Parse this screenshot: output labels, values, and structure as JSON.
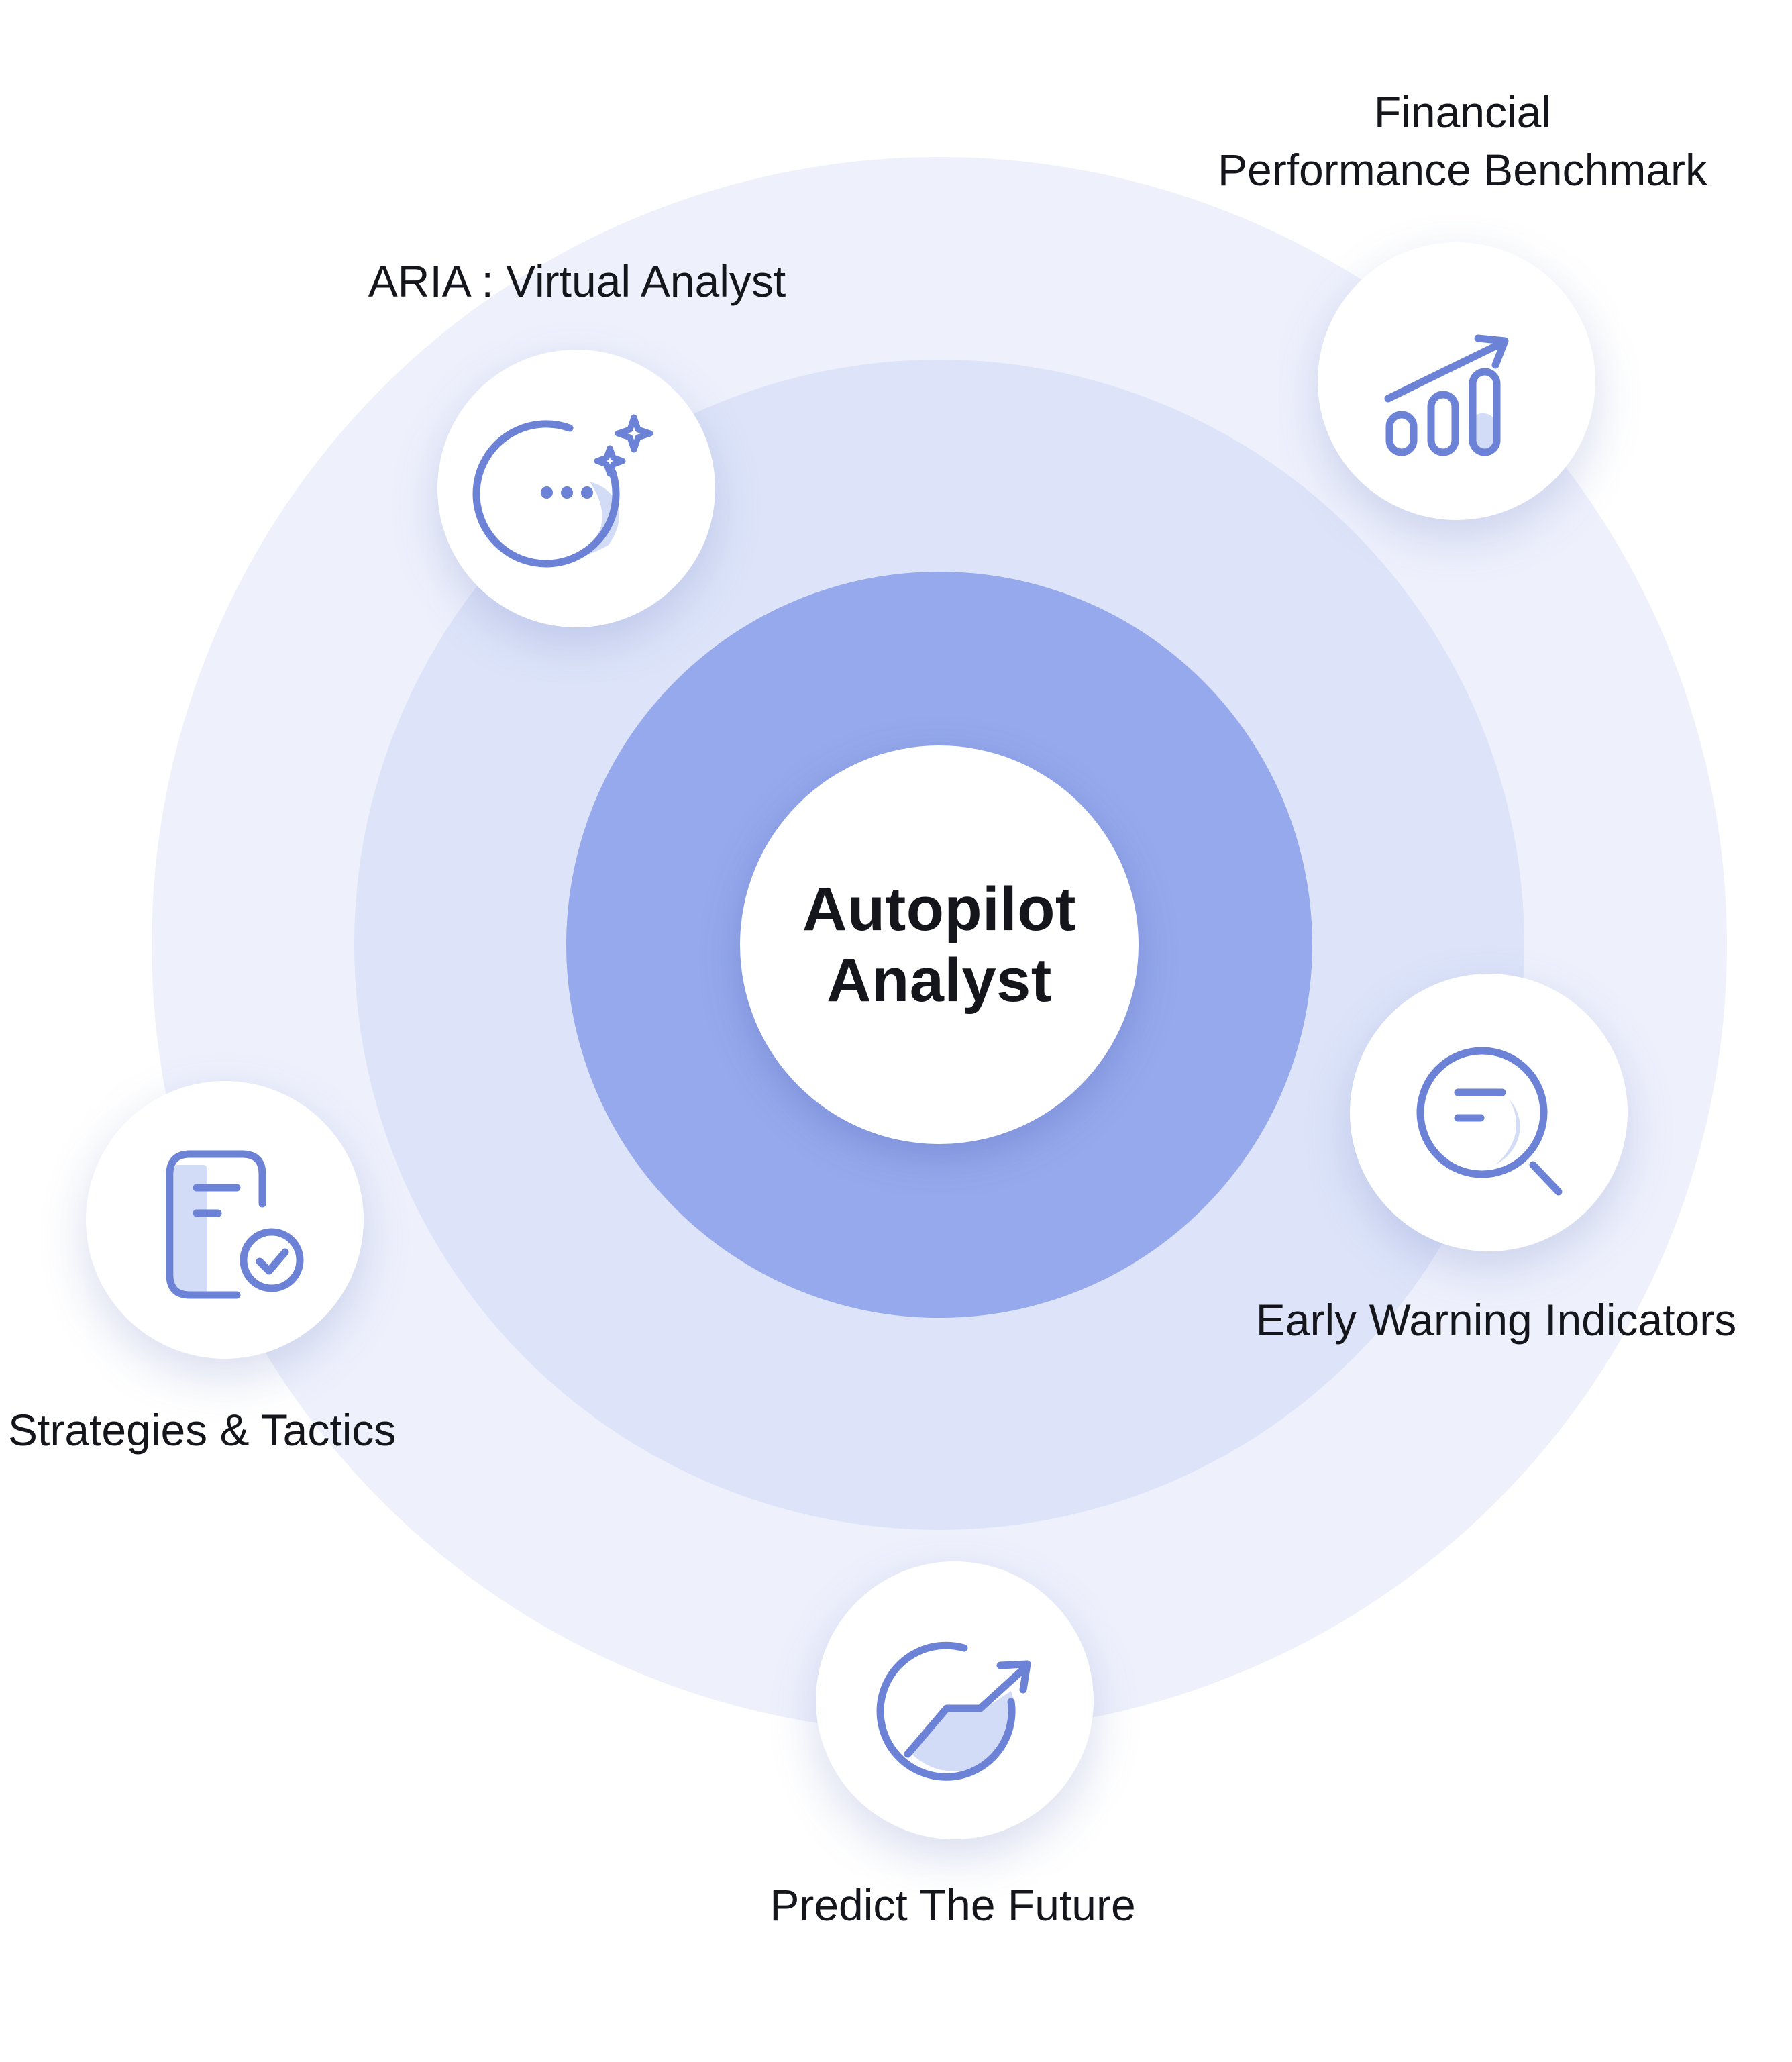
{
  "center": {
    "title_line1": "Autopilot",
    "title_line2": "Analyst"
  },
  "features": [
    {
      "label": "ARIA : Virtual Analyst",
      "icon": "chat-bubble-sparkle-icon"
    },
    {
      "label_line1": "Financial",
      "label_line2": "Performance Benchmark",
      "icon": "bar-chart-trend-icon"
    },
    {
      "label": "Early Warning Indicators",
      "icon": "search-magnifier-icon"
    },
    {
      "label": "Strategies & Tactics",
      "icon": "document-check-icon"
    },
    {
      "label": "Predict The Future",
      "icon": "growth-arrow-icon"
    }
  ],
  "colors": {
    "outer_ring": "#eef1fc",
    "middle_ring": "#dde4f9",
    "inner_ring": "#96a9ec",
    "icon": "#6b82d6",
    "text": "#15161c"
  }
}
